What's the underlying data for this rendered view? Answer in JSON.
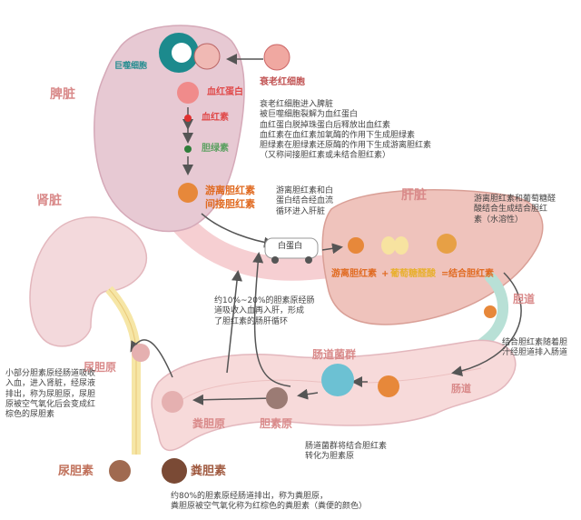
{
  "colors": {
    "spleen": "#e7c9d3",
    "kidney": "#f3d9dc",
    "liver": "#efc3bc",
    "intestine": "#f7dada",
    "vessel": "#f6cfd2",
    "bile_duct": "#b8e0d6",
    "ureter": "#f6e6a6",
    "label": "#d98a8a",
    "arrow": "#555555"
  },
  "labels": {
    "spleen": "脾脏",
    "kidney": "肾脏",
    "liver": "肝脏",
    "bile_duct": "胆道",
    "intestine": "肠道",
    "gut_flora": "肠道菌群",
    "macrophage": "巨噬细胞",
    "aging_rbc": "衰老红细胞",
    "hemoglobin": "血红蛋白",
    "heme": "血红素",
    "biliverdin": "胆绿素",
    "free_bilirubin_1": "游离胆红素",
    "free_bilirubin_2": "间接胆红素",
    "albumin_car": "白蛋白",
    "liver_eq_left": "游离胆红素",
    "liver_eq_plus": "+",
    "liver_eq_mid": "葡萄糖醛酸",
    "liver_eq_equal": "=",
    "liver_eq_right": "结合胆红素",
    "urobilinogen_urine": "尿胆原",
    "fecal_urobilinogen": "粪胆原",
    "bilinogen": "胆素原",
    "urobilin": "尿胆素",
    "stercobilin": "粪胆素"
  },
  "notes": {
    "spleen_process": [
      "衰老红细胞进入脾脏",
      "被巨噬细胞裂解为血红蛋白",
      "血红蛋白脱掉珠蛋白后释放出血红素",
      "血红素在血红素加氧酶的作用下生成胆绿素",
      "胆绿素在胆绿素还原酶的作用下生成游离胆红素",
      "（又称间接胆红素或未结合胆红素）"
    ],
    "transport": [
      "游离胆红素和白",
      "蛋白结合经血流",
      "循环进入肝脏"
    ],
    "liver_process": [
      "游离胆红素和葡萄糖醛",
      "酸结合生成结合胆红",
      "素（水溶性）"
    ],
    "reabsorb": [
      "约10%~20%的胆素原经肠",
      "道吸收入血再入肝，形成",
      "了胆红素的肠肝循环"
    ],
    "bile_excrete": [
      "结合胆红素随着胆",
      "汁经胆道排入肠道"
    ],
    "kidney_process": [
      "小部分胆素原经肠道吸收",
      "入血，进入肾脏，经尿液",
      "排出，称为尿胆原，尿胆",
      "原被空气氧化后会变成红",
      "棕色的尿胆素"
    ],
    "gut_process": [
      "肠道菌群将结合胆红素",
      "转化为胆素原"
    ],
    "feces": [
      "约80%的胆素原经肠道排出，称为粪胆原，",
      "粪胆原被空气氧化称为红棕色的粪胆素（粪便的颜色）"
    ]
  }
}
